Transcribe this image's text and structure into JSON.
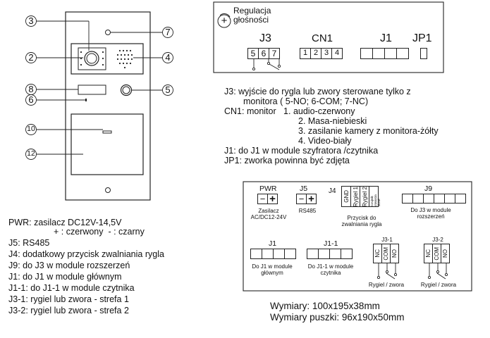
{
  "front_panel": {
    "callouts": [
      "3",
      "7",
      "2",
      "4",
      "8",
      "5",
      "6",
      "10",
      "12"
    ]
  },
  "regulation_panel": {
    "knob_symbol": "+",
    "title_line1": "Regulacja",
    "title_line2": "głośności",
    "j3_label": "J3",
    "j3_pins": [
      "5",
      "6",
      "7"
    ],
    "cn1_label": "CN1",
    "cn1_pins": [
      "1",
      "2",
      "3",
      "4"
    ],
    "j1_label": "J1",
    "jp1_label": "JP1"
  },
  "top_description": [
    "J3: wyjście do rygla lub zwory sterowane tylko z",
    "monitora ( 5-NO; 6-COM; 7-NC)",
    "CN1: monitor   1. audio-czerwony",
    "2. Masa-niebieski",
    "3. zasilanie kamery z monitora-żółty",
    "4. Video-biały",
    "J1: do J1 w module szyfratora /czytnika",
    "JP1: zworka powinna być zdjęta"
  ],
  "connector_panel": {
    "pwr_label": "PWR",
    "pwr_symbols": [
      "−",
      "+"
    ],
    "pwr_caption_1": "Zasilacz",
    "pwr_caption_2": "AC/DC12-24V",
    "j5_label": "J5",
    "j5_symbols": [
      "−",
      "+"
    ],
    "j5_caption": "RS485",
    "j4_label": "J4",
    "j4_pins": [
      "GND",
      "Rygiel 1",
      "Rygiel 2",
      "Czujnik otwarcia drzwi"
    ],
    "j4_caption_1": "Przycisk do",
    "j4_caption_2": "zwalniania rygla",
    "j9_label": "J9",
    "j9_caption_1": "Do J3 w module",
    "j9_caption_2": "rozszerzeń",
    "j1_label": "J1",
    "j1_caption_1": "Do J1 w module",
    "j1_caption_2": "głównym",
    "j11_label": "J1-1",
    "j11_caption_1": "Do J1-1 w module",
    "j11_caption_2": "czytnika",
    "j31_label": "J3-1",
    "j32_label": "J3-2",
    "relay_pins": [
      "NC",
      "COM",
      "NO"
    ],
    "relay_caption": "Rygiel / zwora"
  },
  "bottom_description": [
    "PWR: zasilacz DC12V-14,5V",
    "+ : czerwony  - : czarny",
    "J5: RS485",
    "J4: dodatkowy przycisk zwalniania rygla",
    "J9: do J3 w module rozszerzeń",
    "J1: do J1 w module głównym",
    "J1-1: do J1-1 w module czytnika",
    "J3-1: rygiel lub zwora - strefa 1",
    "J3-2: rygiel lub zwora - strefa 2"
  ],
  "dimensions": [
    "Wymiary: 100x195x38mm",
    "Wymiary puszki: 96x190x50mm"
  ]
}
